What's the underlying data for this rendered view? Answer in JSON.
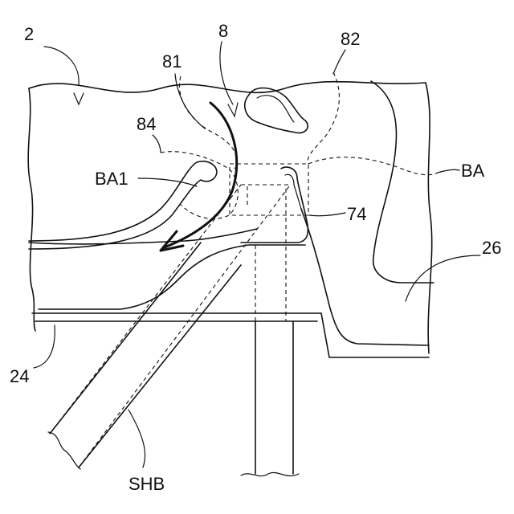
{
  "labels": {
    "ref_2": "2",
    "ref_8": "8",
    "ref_81": "81",
    "ref_82": "82",
    "ref_84": "84",
    "ref_ba1": "BA1",
    "ref_ba": "BA",
    "ref_74": "74",
    "ref_26": "26",
    "ref_24": "24",
    "ref_shb": "SHB"
  }
}
